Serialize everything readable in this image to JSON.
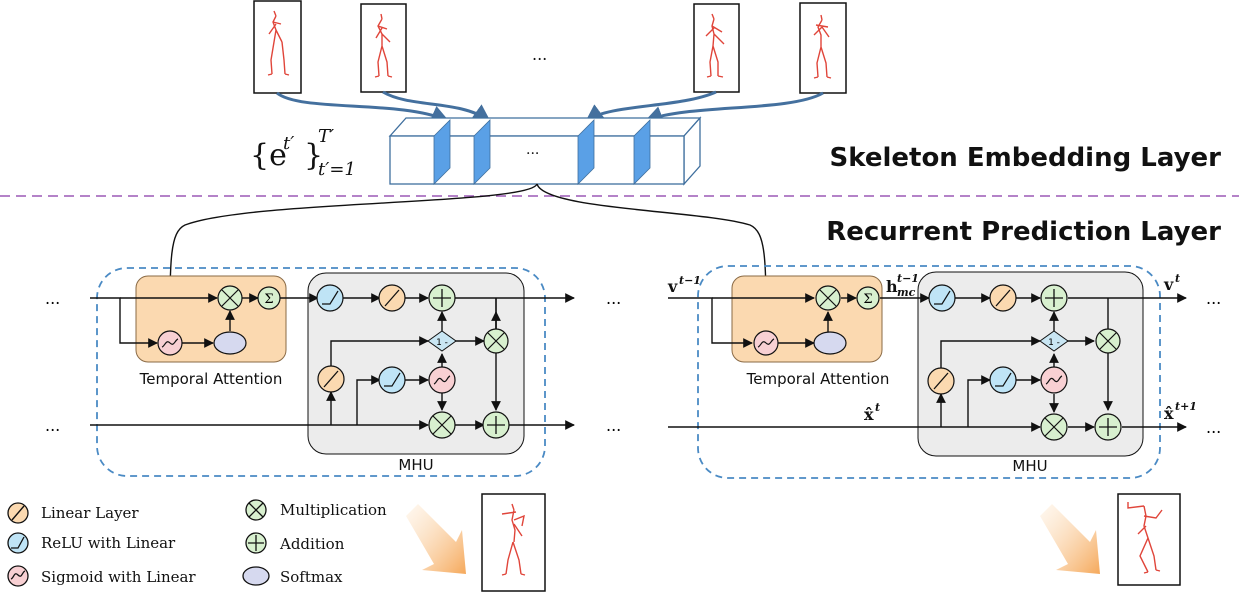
{
  "embedding_layer": {
    "title": "Skeleton Embedding Layer",
    "sequence_label": "{e^{t'}}_{t'=1}^{T'}",
    "sequence_label_parts": {
      "base": "{e",
      "sup_inner": "t′",
      "close": "}",
      "sup_outer": "T′",
      "sub_outer": "t′=1"
    },
    "frames_ellipsis": "...",
    "block_ellipsis": "..."
  },
  "recurrent_layer": {
    "title": "Recurrent Prediction Layer",
    "left_cell": {
      "ellipsis_in_top": "...",
      "ellipsis_in_bottom": "...",
      "ellipsis_out_top": "...",
      "ellipsis_out_bottom": "...",
      "attention_label": "Temporal Attention",
      "mhu_label": "MHU",
      "one_minus": "1 -",
      "sum_symbol": "Σ"
    },
    "right_cell": {
      "v_in": "v",
      "v_in_sup": "t−1",
      "h_label": "h",
      "h_sup": "t−1",
      "h_sub": "mc",
      "v_out": "v",
      "v_out_sup": "t",
      "x_in": "x̂",
      "x_in_sup": "t",
      "x_out": "x̂",
      "x_out_sup": "t+1",
      "ellipsis_out_top": "...",
      "ellipsis_out_bottom": "...",
      "attention_label": "Temporal Attention",
      "mhu_label": "MHU",
      "one_minus": "1 -",
      "sum_symbol": "Σ"
    }
  },
  "legend": {
    "items": [
      {
        "icon": "linear-layer-icon",
        "label": "Linear Layer"
      },
      {
        "icon": "relu-linear-icon",
        "label": "ReLU with Linear"
      },
      {
        "icon": "sigmoid-linear-icon",
        "label": "Sigmoid with Linear"
      },
      {
        "icon": "multiplication-icon",
        "label": "Multiplication"
      },
      {
        "icon": "addition-icon",
        "label": "Addition"
      },
      {
        "icon": "softmax-icon",
        "label": "Softmax"
      }
    ]
  },
  "colors": {
    "attention_fill": "#fbd9b0",
    "attention_stroke": "#8a6a45",
    "mhu_fill": "#ececec",
    "linear_fill": "#fbd9b0",
    "relu_fill": "#bfe4f6",
    "sigmoid_fill": "#f8d0d3",
    "op_fill": "#d8f0cf",
    "softmax_fill": "#d6d9ef",
    "oneminus_fill": "#c9e6f3",
    "dashed_blue": "#4a8ac4",
    "divider_purple": "#9b59b6",
    "arrow_blue": "#44709e",
    "block_blue": "#5aa0e6",
    "skeleton_red": "#e0453a",
    "output_arrow": "#f5b26b"
  }
}
